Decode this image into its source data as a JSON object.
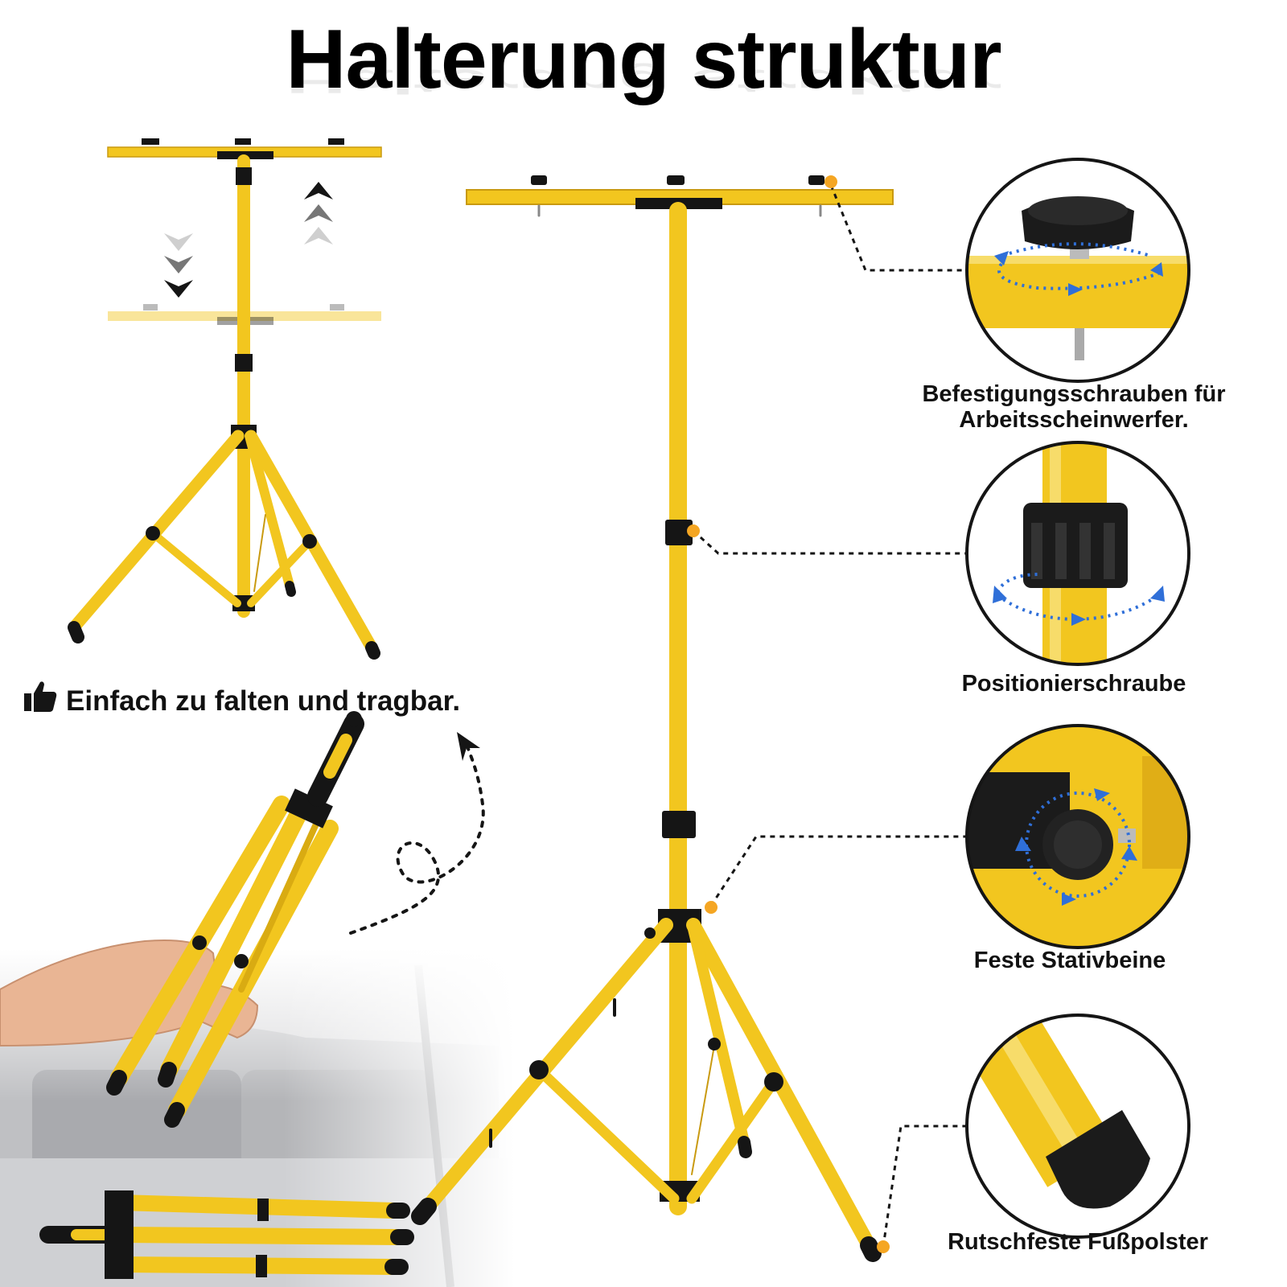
{
  "title": "Halterung struktur",
  "tagline": "Einfach zu falten und tragbar.",
  "callouts": [
    {
      "line1": "Befestigungsschrauben für",
      "line2": "Arbeitsscheinwerfer."
    },
    {
      "line1": "Positionierschraube"
    },
    {
      "line1": "Feste Stativbeine"
    },
    {
      "line1": "Rutschfeste Fußpolster"
    }
  ],
  "colors": {
    "yellow": "#F2C61F",
    "yellow_dark": "#C99A10",
    "black": "#151515",
    "accent_dot": "#F5A623",
    "arrow_blue": "#2F6FD8"
  },
  "icons": [
    "thumbs-up-icon",
    "up-arrows-icon",
    "down-arrows-icon",
    "curved-arrow-icon"
  ]
}
